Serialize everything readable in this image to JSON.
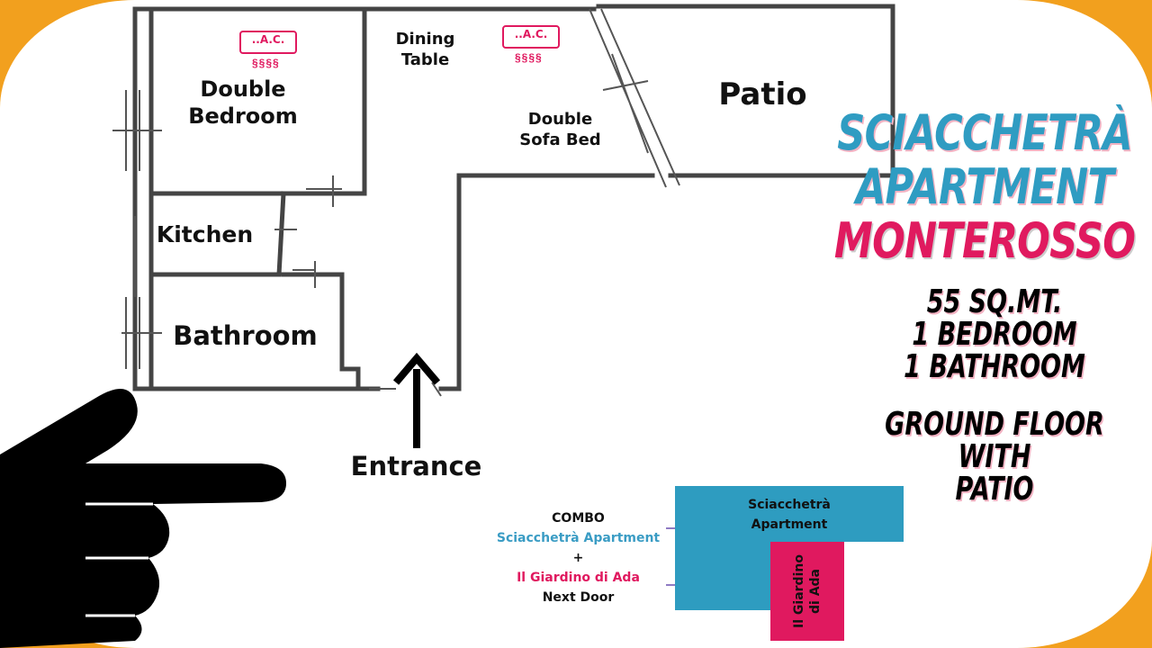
{
  "rooms": {
    "double_bedroom": "Double\nBedroom",
    "dining_table": "Dining\nTable",
    "double_sofa_bed": "Double\nSofa Bed",
    "patio": "Patio",
    "kitchen": "Kitchen",
    "bathroom": "Bathroom",
    "entrance": "Entrance",
    "ac_label": "..A.C.",
    "ac_waves": "§§§§"
  },
  "title": {
    "line1": "SCIACCHETRÀ",
    "line2": "APARTMENT",
    "line3": "MONTEROSSO"
  },
  "info": {
    "size": "55 SQ.MT.",
    "bedrooms": "1 BEDROOM",
    "bathrooms": "1 BATHROOM",
    "floor1": "GROUND FLOOR",
    "floor2": "WITH",
    "floor3": "PATIO"
  },
  "combo": {
    "heading": "COMBO",
    "apartment": "Sciacchetrà Apartment",
    "plus": "+",
    "giardino": "Il Giardino di Ada",
    "next_door": "Next Door"
  },
  "combo_map": {
    "apartment_line1": "Sciacchetrà",
    "apartment_line2": "Apartment",
    "giardino_line1": "Il Giardino",
    "giardino_line2": "di Ada"
  },
  "colors": {
    "blue": "#2e9cc0",
    "pink": "#e0195f",
    "orange": "#f2a01e"
  }
}
